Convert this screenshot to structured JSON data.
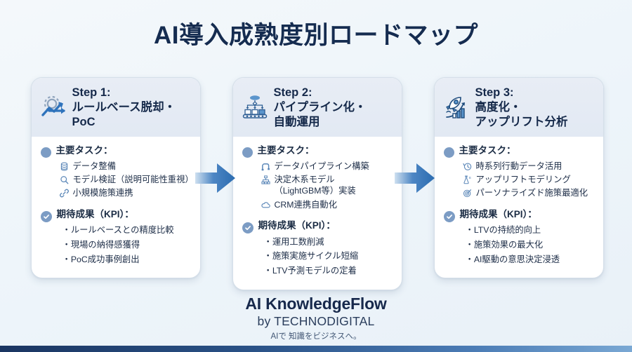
{
  "title": "AI導入成熟度別ロードマップ",
  "colors": {
    "title_navy": "#152c50",
    "accent_blue": "#2f73bc",
    "bullet_blue": "#7c9cc4",
    "card_header": "#e5ebf4"
  },
  "cards": [
    {
      "icon": "gear-arrow-icon",
      "step": "Step 1:",
      "subtitle_line1": "ルールベース脱却・",
      "subtitle_line2": "PoC",
      "tasks_heading": "主要タスク：",
      "tasks": [
        {
          "icon": "database-icon",
          "label": "データ整備",
          "label2": ""
        },
        {
          "icon": "magnifier-icon",
          "label": "モデル検証（説明可能性重視）",
          "label2": ""
        },
        {
          "icon": "link-icon",
          "label": "小規模施策連携",
          "label2": ""
        }
      ],
      "kpi_heading": "期待成果（KPI）：",
      "kpis": [
        "ルールベースとの精度比較",
        "現場の納得感獲得",
        "PoC成功事例創出"
      ]
    },
    {
      "icon": "pipeline-conveyor-icon",
      "step": "Step 2:",
      "subtitle_line1": "パイプライン化・",
      "subtitle_line2": "自動運用",
      "tasks_heading": "主要タスク：",
      "tasks": [
        {
          "icon": "pipe-icon",
          "label": "データパイプライン構築",
          "label2": ""
        },
        {
          "icon": "tree-hierarchy-icon",
          "label": "決定木系モデル",
          "label2": "（LightGBM等）実装"
        },
        {
          "icon": "cloud-icon",
          "label": "CRM連携自動化",
          "label2": ""
        }
      ],
      "kpi_heading": "期待成果（KPI）：",
      "kpis": [
        "運用工数削減",
        "施策実施サイクル短縮",
        "LTV予測モデルの定着"
      ]
    },
    {
      "icon": "rocket-growth-icon",
      "step": "Step 3:",
      "subtitle_line1": "高度化・",
      "subtitle_line2": "アップリフト分析",
      "tasks_heading": "主要タスク：",
      "tasks": [
        {
          "icon": "clock-history-icon",
          "label": "時系列行動データ活用",
          "label2": ""
        },
        {
          "icon": "ab-test-flask-icon",
          "label": "アップリフトモデリング",
          "label2": ""
        },
        {
          "icon": "target-icon",
          "label": "パーソナライズド施策最適化",
          "label2": ""
        }
      ],
      "kpi_heading": "期待成果（KPI）：",
      "kpis": [
        "LTVの持続的向上",
        "施策効果の最大化",
        "AI駆動の意思決定浸透"
      ]
    }
  ],
  "footer": {
    "brand": "AI KnowledgeFlow",
    "by": "by TECHNODIGITAL",
    "tagline": "AIで 知識をビジネスへ。"
  }
}
